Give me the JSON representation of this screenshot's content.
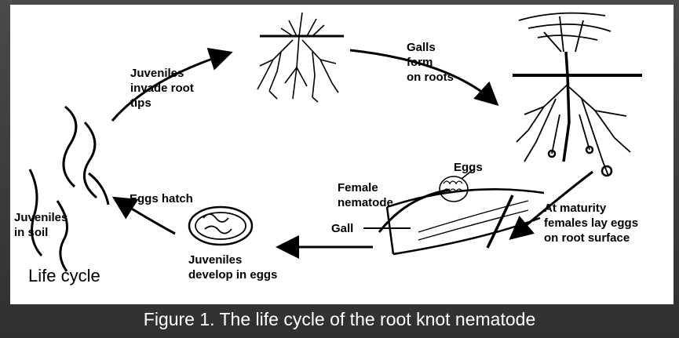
{
  "labels": {
    "juveniles_invade": "Juveniles\ninvade root\ntips",
    "galls_form": "Galls\nform\non roots",
    "eggs": "Eggs",
    "female_nematode": "Female\nnematode",
    "gall": "Gall",
    "eggs_hatch": "Eggs hatch",
    "juveniles_soil": "Juveniles\nin soil",
    "at_maturity": "At maturity\nfemales lay eggs\non root surface",
    "juveniles_develop": "Juveniles\ndevelop in eggs",
    "life_cycle": "Life cycle"
  },
  "caption": "Figure 1. The life cycle of the root knot nematode",
  "colors": {
    "background": "#3c3c3c",
    "panel": "#ffffff",
    "ink": "#000000",
    "caption_text": "#ffffff"
  }
}
